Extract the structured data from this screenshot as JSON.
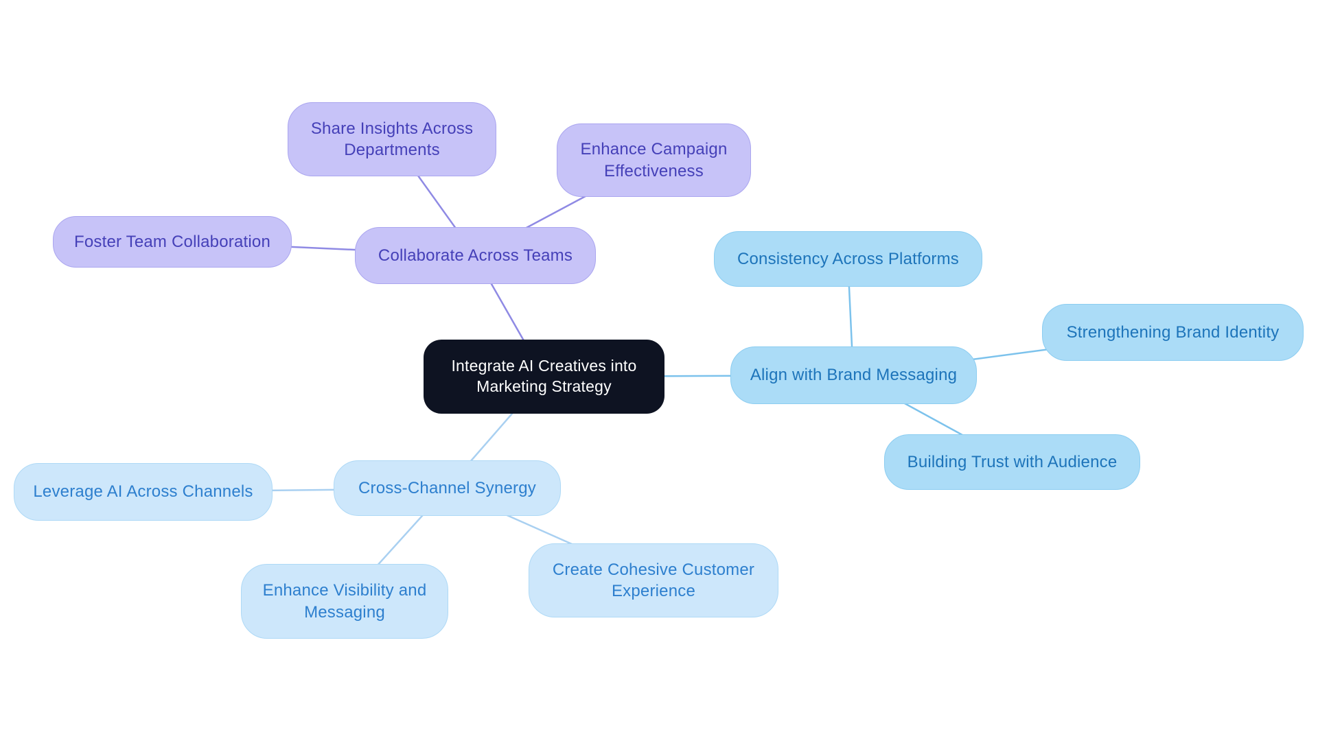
{
  "diagram": {
    "type": "mindmap",
    "title": "Integrate AI Creatives into Marketing Strategy"
  },
  "nodes": {
    "central": {
      "label": "Integrate AI Creatives into Marketing Strategy"
    },
    "collaborate": {
      "label": "Collaborate Across Teams"
    },
    "share_insights": {
      "label": "Share Insights Across Departments"
    },
    "enhance_campaign": {
      "label": "Enhance Campaign Effectiveness"
    },
    "foster_team": {
      "label": "Foster Team Collaboration"
    },
    "align": {
      "label": "Align with Brand Messaging"
    },
    "consistency": {
      "label": "Consistency Across Platforms"
    },
    "strengthening": {
      "label": "Strengthening Brand Identity"
    },
    "building_trust": {
      "label": "Building Trust with Audience"
    },
    "cross_channel": {
      "label": "Cross-Channel Synergy"
    },
    "leverage": {
      "label": "Leverage AI Across Channels"
    },
    "enhance_visibility": {
      "label": "Enhance Visibility and Messaging"
    },
    "create_cohesive": {
      "label": "Create Cohesive Customer Experience"
    }
  },
  "edges": [
    {
      "from": "central",
      "to": "collaborate",
      "branch": "purple"
    },
    {
      "from": "collaborate",
      "to": "share_insights",
      "branch": "purple"
    },
    {
      "from": "collaborate",
      "to": "enhance_campaign",
      "branch": "purple"
    },
    {
      "from": "collaborate",
      "to": "foster_team",
      "branch": "purple"
    },
    {
      "from": "central",
      "to": "align",
      "branch": "blue"
    },
    {
      "from": "align",
      "to": "consistency",
      "branch": "blue"
    },
    {
      "from": "align",
      "to": "strengthening",
      "branch": "blue"
    },
    {
      "from": "align",
      "to": "building_trust",
      "branch": "blue"
    },
    {
      "from": "central",
      "to": "cross_channel",
      "branch": "lightblue"
    },
    {
      "from": "cross_channel",
      "to": "leverage",
      "branch": "lightblue"
    },
    {
      "from": "cross_channel",
      "to": "enhance_visibility",
      "branch": "lightblue"
    },
    {
      "from": "cross_channel",
      "to": "create_cohesive",
      "branch": "lightblue"
    }
  ],
  "colors": {
    "background": "#ffffff",
    "central_bg": "#0e1322",
    "central_text": "#ffffff",
    "purple_fill": "#c7c3f8",
    "purple_border": "#aaa5ef",
    "purple_text": "#4540b8",
    "purple_edge": "#8f8ae4",
    "blue_fill": "#abdcf7",
    "blue_border": "#8ccdf1",
    "blue_text": "#1d74ba",
    "blue_edge": "#7cc2ec",
    "lightblue_fill": "#cde7fb",
    "lightblue_border": "#aed9f6",
    "lightblue_text": "#2d7fce",
    "lightblue_edge": "#a9d0f1"
  }
}
